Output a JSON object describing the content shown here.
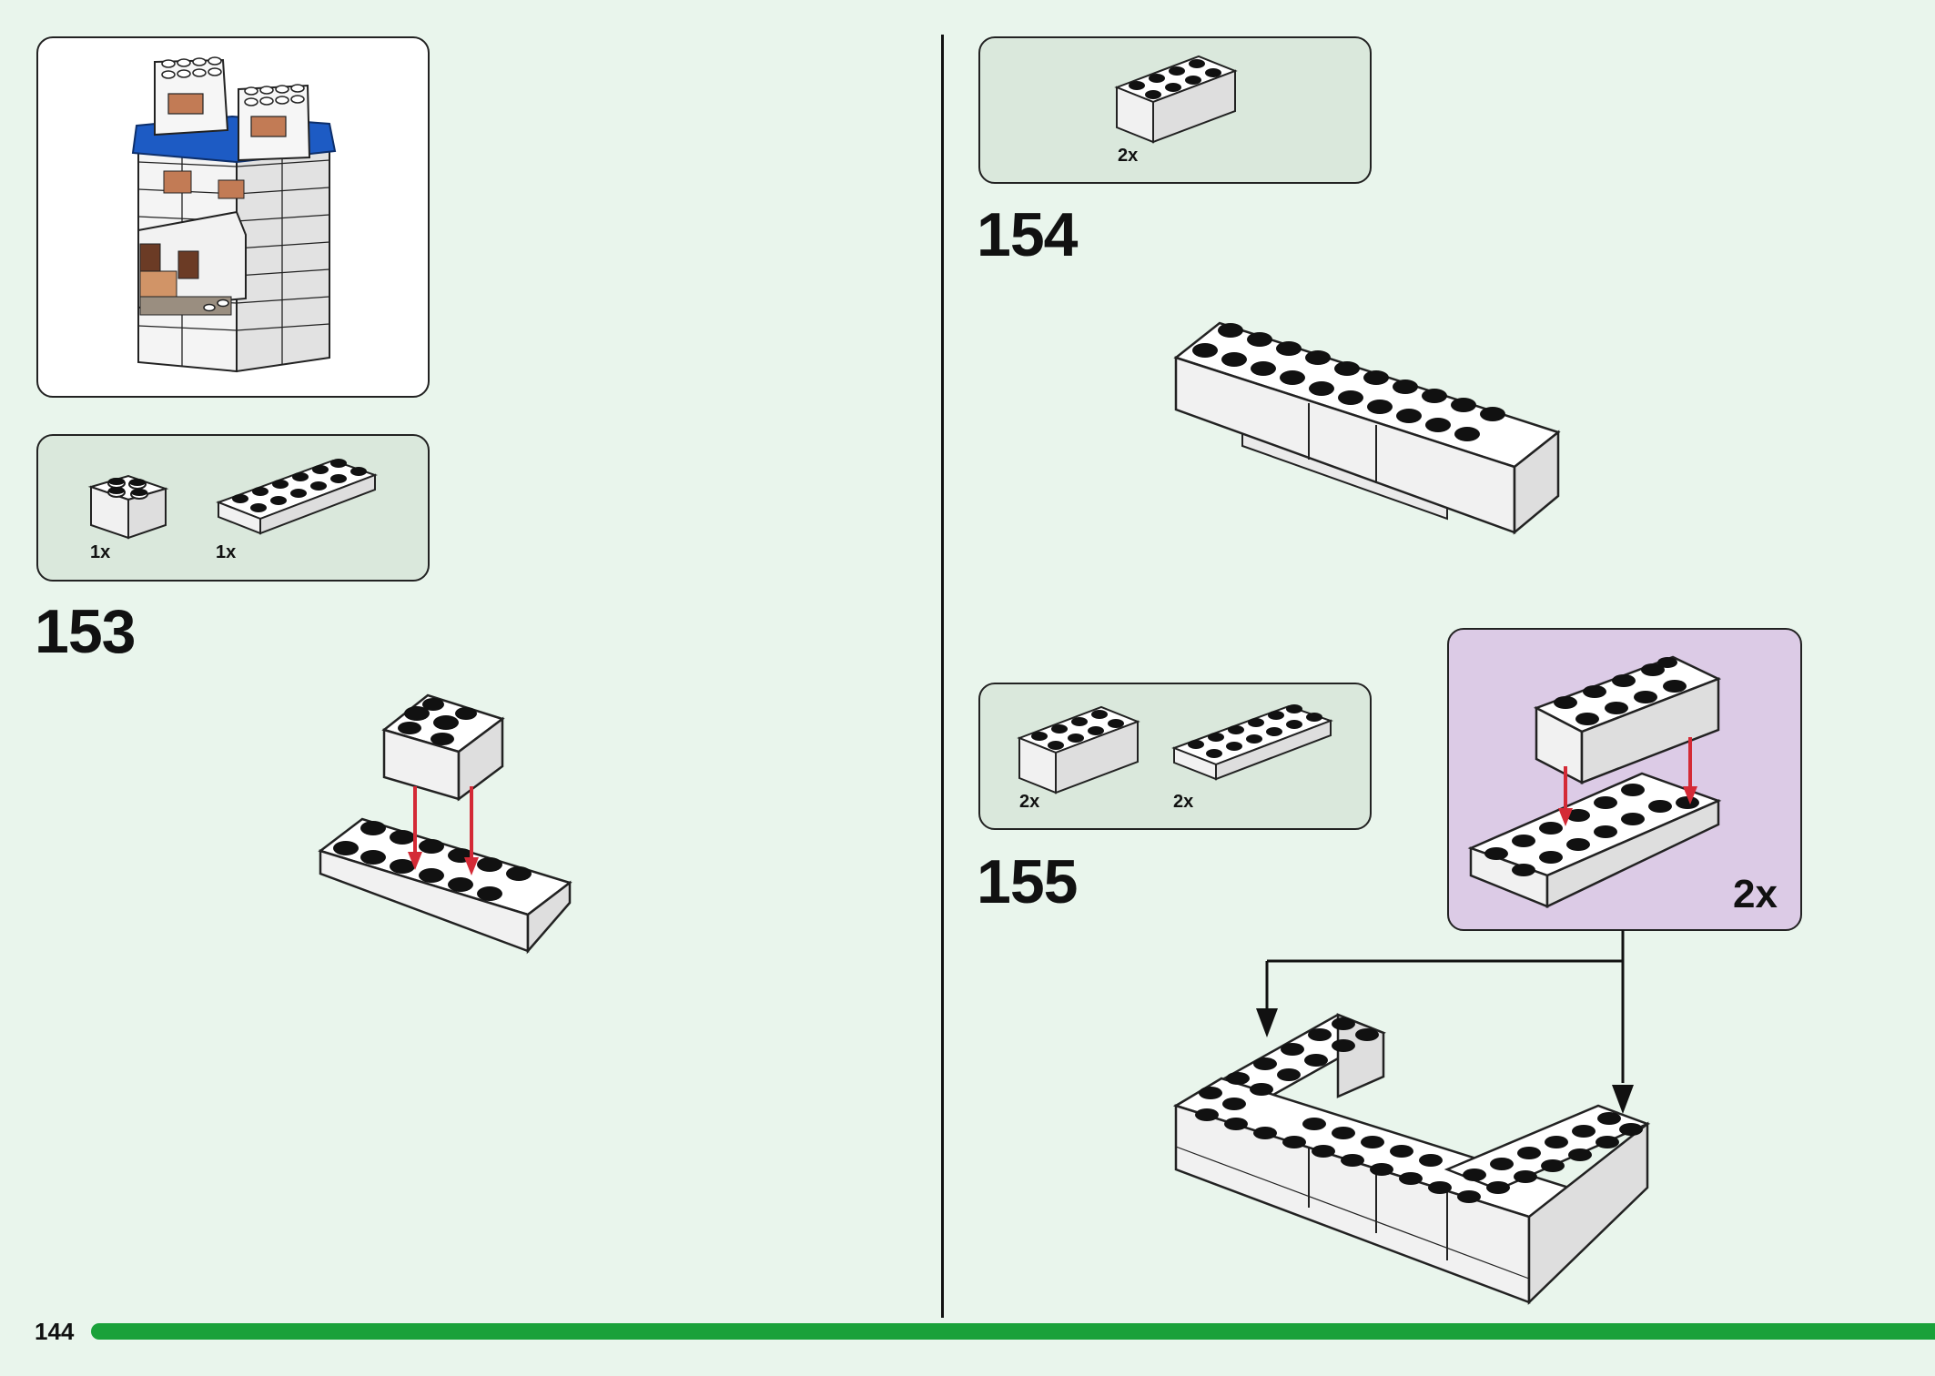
{
  "page": {
    "number": "144",
    "accent_color": "#1aa13a",
    "background": "#e9f5ec"
  },
  "steps": [
    {
      "number": "153",
      "parts": [
        {
          "qty": "1x",
          "part": "brick-2x2"
        },
        {
          "qty": "1x",
          "part": "plate-2x6"
        }
      ]
    },
    {
      "number": "154",
      "parts": [
        {
          "qty": "2x",
          "part": "brick-2x4"
        }
      ]
    },
    {
      "number": "155",
      "parts": [
        {
          "qty": "2x",
          "part": "brick-2x4"
        },
        {
          "qty": "2x",
          "part": "plate-2x6"
        }
      ],
      "subassembly": {
        "qty": "2x",
        "color": "#dccbe6"
      }
    }
  ],
  "icons": {
    "arrow_color": "#d42a36",
    "callout_arrow_color": "#111111"
  }
}
